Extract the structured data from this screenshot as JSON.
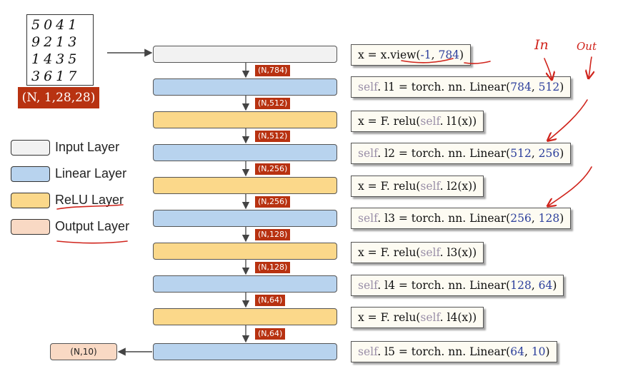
{
  "digits": {
    "rows": [
      "5041",
      "9213",
      "1435",
      "3617"
    ],
    "shape_label": "(N, 1,28,28)"
  },
  "legend": [
    {
      "label": "Input Layer",
      "color": "#f2f2f2"
    },
    {
      "label": "Linear Layer",
      "color": "#b8d3ee"
    },
    {
      "label": "ReLU Layer",
      "color": "#fbd88a"
    },
    {
      "label": "Output Layer",
      "color": "#f9d9c4"
    }
  ],
  "layers": [
    {
      "kind": "input",
      "code": {
        "pre": "x = x.",
        "fn": "view",
        "args": [
          "(",
          "-1",
          ",  ",
          "784",
          ")"
        ]
      }
    },
    {
      "kind": "linear",
      "code": {
        "self": "self",
        "pre": ". l1 = torch. nn. Linear(",
        "in": "784",
        "sep": ",  ",
        "out": "512",
        "post": ")"
      }
    },
    {
      "kind": "relu",
      "code": {
        "pre": "x = F. relu(",
        "self": "self",
        "post": ". l1(x))"
      }
    },
    {
      "kind": "linear",
      "code": {
        "self": "self",
        "pre": ". l2 = torch. nn. Linear(",
        "in": "512",
        "sep": ",  ",
        "out": "256",
        "post": ")"
      }
    },
    {
      "kind": "relu",
      "code": {
        "pre": "x = F. relu(",
        "self": "self",
        "post": ". l2(x))"
      }
    },
    {
      "kind": "linear",
      "code": {
        "self": "self",
        "pre": ". l3 = torch. nn. Linear(",
        "in": "256",
        "sep": ",  ",
        "out": "128",
        "post": ")"
      }
    },
    {
      "kind": "relu",
      "code": {
        "pre": "x = F. relu(",
        "self": "self",
        "post": ". l3(x))"
      }
    },
    {
      "kind": "linear",
      "code": {
        "self": "self",
        "pre": ". l4 = torch. nn. Linear(",
        "in": "128",
        "sep": ",  ",
        "out": "64",
        "post": ")"
      }
    },
    {
      "kind": "relu",
      "code": {
        "pre": "x = F. relu(",
        "self": "self",
        "post": ". l4(x))"
      }
    },
    {
      "kind": "linear",
      "code": {
        "self": "self",
        "pre": ". l5 = torch. nn. Linear(",
        "in": "64",
        "sep": ",  ",
        "out": "10",
        "post": ")"
      }
    }
  ],
  "shapes_between": [
    "(N,784)",
    "(N,512)",
    "(N,512)",
    "(N,256)",
    "(N,256)",
    "(N,128)",
    "(N,128)",
    "(N,64)",
    "(N,64)"
  ],
  "output_shape": "(N,10)",
  "annotations": {
    "in": "In",
    "out": "Out"
  },
  "colors": {
    "badge": "#b83211",
    "numbers": "#2c3f9c",
    "self": "#9a8fa8",
    "ink": "#d0241c"
  }
}
